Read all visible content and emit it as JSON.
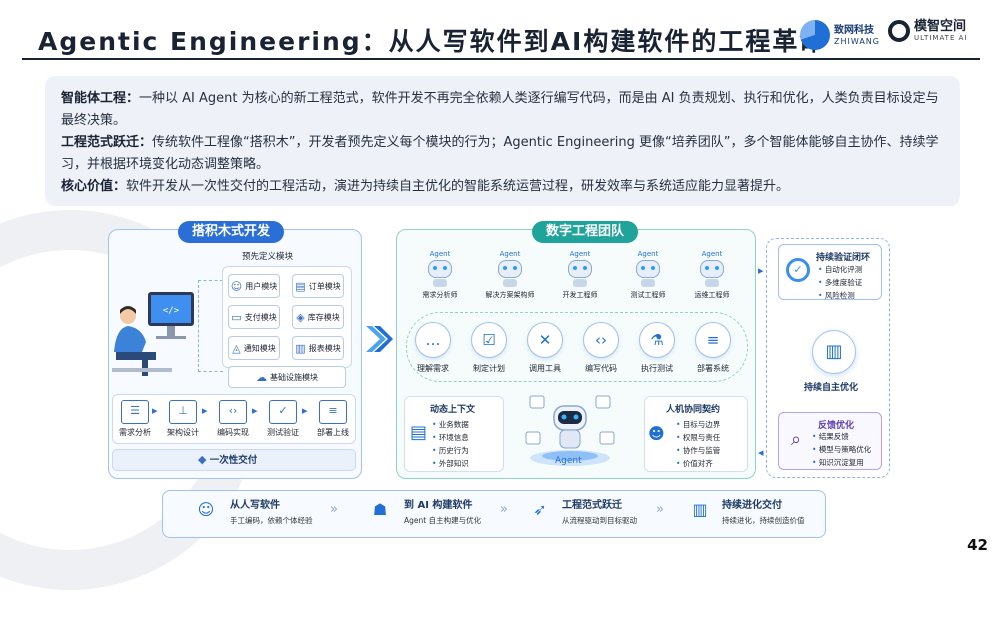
{
  "header": {
    "title": "Agentic Engineering：从人写软件到AI构建软件的工程革命",
    "logo1_name": "致网科技",
    "logo1_en": "ZHIWANG",
    "logo2_name": "模智空间",
    "logo2_en": "ULTIMATE AI"
  },
  "intro": {
    "p1_label": "智能体工程：",
    "p1_text": "一种以 AI Agent 为核心的新工程范式，软件开发不再完全依赖人类逐行编写代码，而是由 AI 负责规划、执行和优化，人类负责目标设定与最终决策。",
    "p2_label": "工程范式跃迁：",
    "p2_text": "传统软件工程像“搭积木”，开发者预先定义每个模块的行为；Agentic Engineering 更像“培养团队”，多个智能体能够自主协作、持续学习，并根据环境变化动态调整策略。",
    "p3_label": "核心价值：",
    "p3_text": "软件开发从一次性交付的工程活动，演进为持续自主优化的智能系统运营过程，研发效率与系统适应能力显著提升。"
  },
  "left_panel": {
    "title": "搭积木式开发",
    "predefined_label": "预先定义模块",
    "modules": [
      {
        "label": "用户模块",
        "icon": "user-icon"
      },
      {
        "label": "订单模块",
        "icon": "clipboard-icon"
      },
      {
        "label": "支付模块",
        "icon": "card-icon"
      },
      {
        "label": "库存模块",
        "icon": "box-icon"
      },
      {
        "label": "通知模块",
        "icon": "bell-icon"
      },
      {
        "label": "报表模块",
        "icon": "bar-chart-icon"
      }
    ],
    "infra_label": "基础设施模块",
    "flow": [
      "需求分析",
      "架构设计",
      "编码实现",
      "测试验证",
      "部署上线"
    ],
    "footer": "一次性交付"
  },
  "center_panel": {
    "title": "数字工程团队",
    "agent_tag": "Agent",
    "agents": [
      "需求分析师",
      "解决方案架构师",
      "开发工程师",
      "测试工程师",
      "运维工程师"
    ],
    "tools": [
      {
        "label": "理解需求",
        "icon": "chat-icon"
      },
      {
        "label": "制定计划",
        "icon": "checklist-icon"
      },
      {
        "label": "调用工具",
        "icon": "tools-icon"
      },
      {
        "label": "编写代码",
        "icon": "code-icon"
      },
      {
        "label": "执行测试",
        "icon": "flask-icon"
      },
      {
        "label": "部署系统",
        "icon": "server-icon"
      }
    ],
    "context": {
      "title": "动态上下文",
      "items": [
        "业务数据",
        "环境信息",
        "历史行为",
        "外部知识"
      ]
    },
    "center_agent": "Agent",
    "contract": {
      "title": "人机协同契约",
      "items": [
        "目标与边界",
        "权限与责任",
        "协作与监管",
        "价值对齐"
      ]
    }
  },
  "right_panel": {
    "loop": {
      "title": "持续验证闭环",
      "items": [
        "自动化评测",
        "多维度验证",
        "风险检测"
      ]
    },
    "optimize_label": "持续自主优化",
    "feedback": {
      "title": "反馈优化",
      "items": [
        "结果反馈",
        "模型与策略优化",
        "知识沉淀复用"
      ]
    }
  },
  "bottom_bar": [
    {
      "title": "从人写软件",
      "sub": "手工编码，依赖个体经验",
      "icon": "developer-icon"
    },
    {
      "title": "到 AI 构建软件",
      "sub": "Agent 自主构建与优化",
      "icon": "robot-icon"
    },
    {
      "title": "工程范式跃迁",
      "sub": "从流程驱动到目标驱动",
      "icon": "rocket-icon"
    },
    {
      "title": "持续进化交付",
      "sub": "持续进化，持续创造价值",
      "icon": "growth-chart-icon"
    }
  ],
  "page_number": "42",
  "colors": {
    "primary": "#2b6fd6",
    "teal": "#1fa39a",
    "purple": "#5b3fb0"
  }
}
